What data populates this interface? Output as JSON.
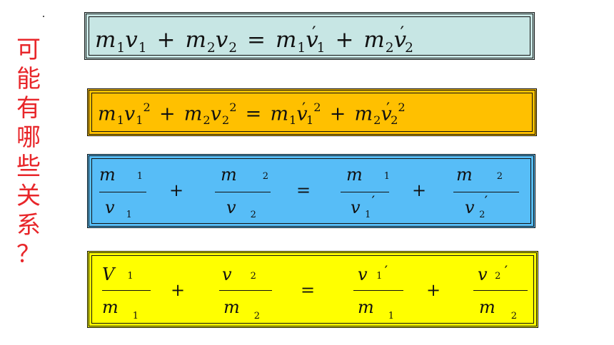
{
  "side_title": [
    "可",
    "能",
    "有",
    "哪",
    "些",
    "关",
    "系",
    "？"
  ],
  "eq1": {
    "m": "m",
    "v": "v",
    "s1": "1",
    "s2": "2",
    "plus": "+",
    "equals": "=",
    "prime": "′"
  },
  "eq2": {
    "m": "m",
    "v": "v",
    "s1": "1",
    "s2": "2",
    "sq": "2",
    "plus": "+",
    "equals": "=",
    "prime": "′"
  },
  "eq3": {
    "num": "m",
    "den": "v",
    "s1": "1",
    "s2": "2",
    "plus": "+",
    "equals": "=",
    "prime": "′"
  },
  "eq4": {
    "num": "V",
    "num2": "v",
    "den": "m",
    "s1": "1",
    "s2": "2",
    "plus": "+",
    "equals": "=",
    "prime": "′"
  },
  "colors": {
    "box1": "#c7e6e4",
    "box2": "#ffc000",
    "box3": "#57bdf7",
    "box4": "#ffff00",
    "title": "#e8262a"
  }
}
